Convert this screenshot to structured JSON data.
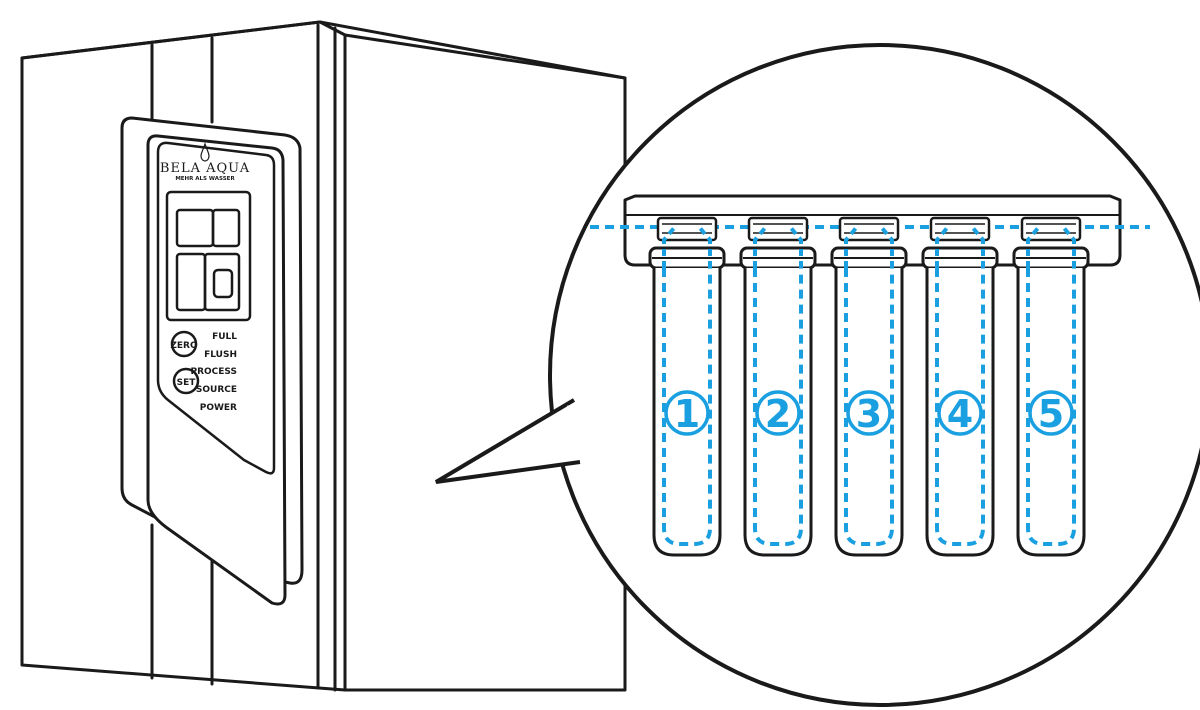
{
  "device": {
    "brand": "BELA AQUA",
    "tagline": "MEHR ALS WASSER",
    "buttons": [
      {
        "label": "ZERO"
      },
      {
        "label": "SET"
      }
    ],
    "indicators": [
      "FULL",
      "FLUSH",
      "PROCESS",
      "SOURCE",
      "POWER"
    ]
  },
  "filters": [
    {
      "number": "1"
    },
    {
      "number": "2"
    },
    {
      "number": "3"
    },
    {
      "number": "4"
    },
    {
      "number": "5"
    }
  ],
  "colors": {
    "outline": "#1a1a1a",
    "accent": "#1aa0e0",
    "background": "#ffffff"
  }
}
